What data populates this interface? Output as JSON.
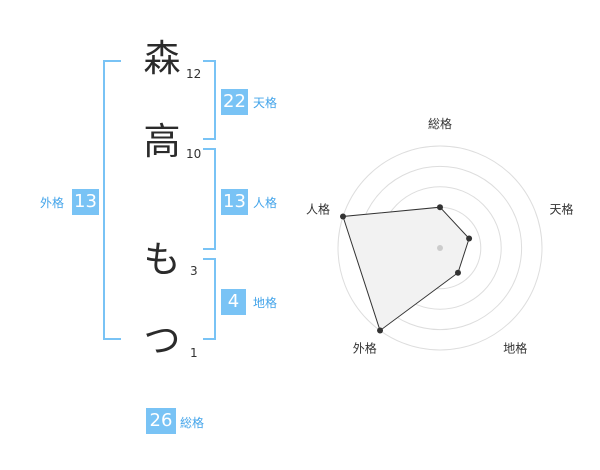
{
  "name_chars": [
    {
      "char": "森",
      "strokes": "12"
    },
    {
      "char": "高",
      "strokes": "10"
    },
    {
      "char": "も",
      "strokes": "3"
    },
    {
      "char": "つ",
      "strokes": "1"
    }
  ],
  "fortune": {
    "tenkaku": {
      "value": "22",
      "label": "天格"
    },
    "jinkaku": {
      "value": "13",
      "label": "人格"
    },
    "chikaku": {
      "value": "4",
      "label": "地格"
    },
    "gaikaku": {
      "value": "13",
      "label": "外格"
    },
    "soukaku": {
      "value": "26",
      "label": "総格"
    }
  },
  "radar": {
    "axes": [
      "総格",
      "天格",
      "地格",
      "外格",
      "人格"
    ],
    "values": [
      0.4,
      0.3,
      0.3,
      1.0,
      1.0
    ],
    "accent": "#79c3f5",
    "label_color": "#43a4ea"
  }
}
